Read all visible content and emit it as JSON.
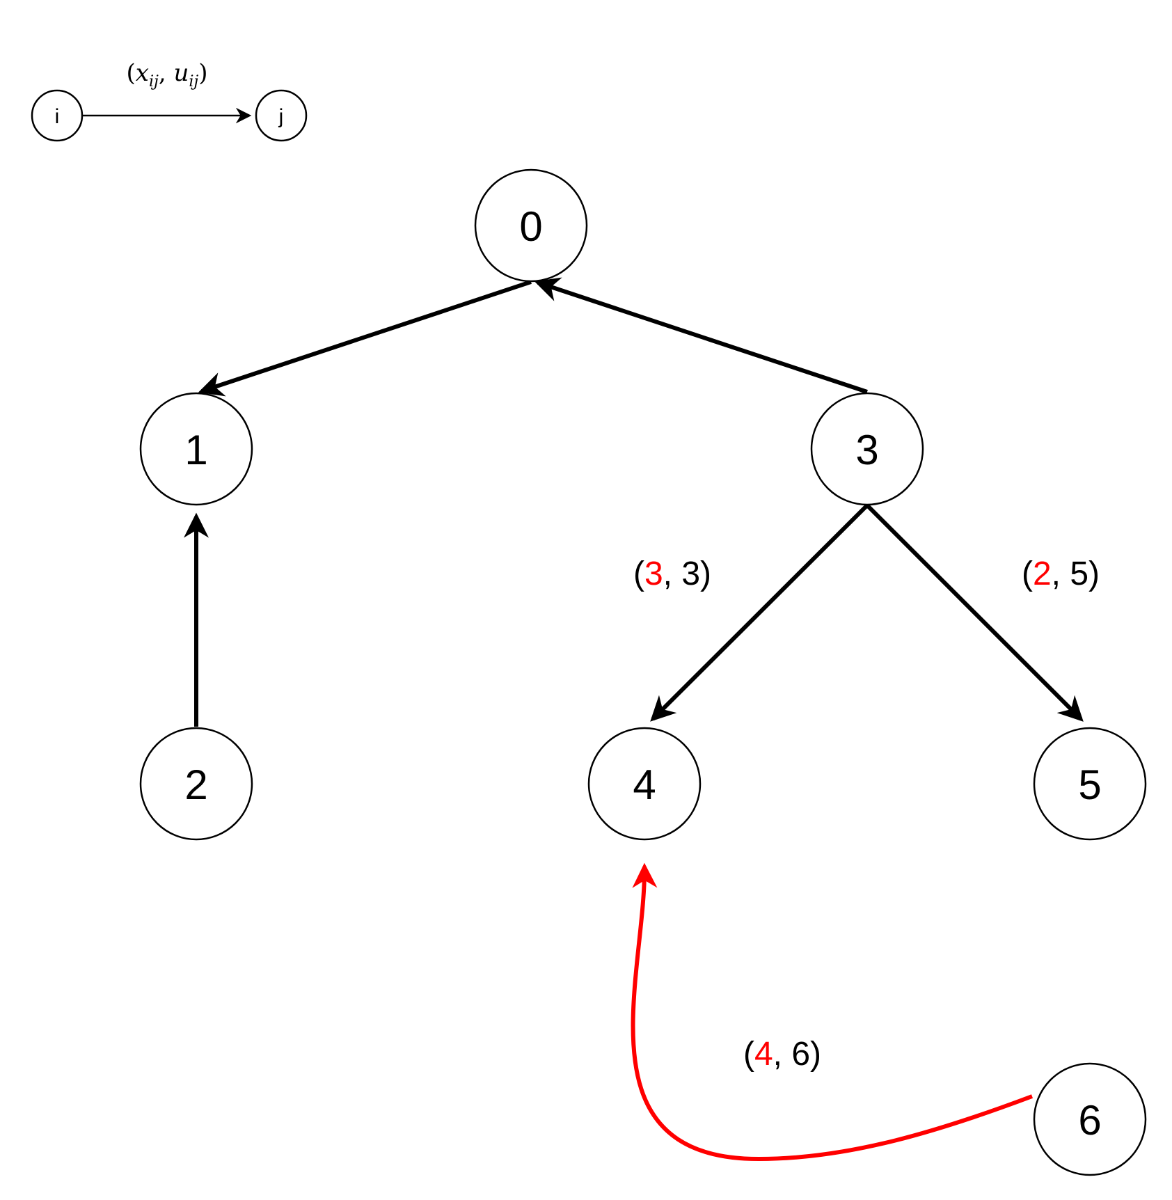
{
  "legend": {
    "from_node": "i",
    "to_node": "j",
    "formula_open": "(",
    "formula_x": "x",
    "formula_x_sub": "ij",
    "formula_sep": ", ",
    "formula_u": "u",
    "formula_u_sub": "ij",
    "formula_close": ")"
  },
  "nodes": [
    "0",
    "1",
    "2",
    "3",
    "4",
    "5",
    "6"
  ],
  "edges": [
    {
      "from": "0",
      "to": "1",
      "color": "#000000"
    },
    {
      "from": "3",
      "to": "0",
      "color": "#000000"
    },
    {
      "from": "2",
      "to": "1",
      "color": "#000000"
    },
    {
      "from": "3",
      "to": "4",
      "color": "#000000",
      "label": {
        "open": "(",
        "flow": "3",
        "sep": ", ",
        "capacity": "3",
        "close": ")"
      }
    },
    {
      "from": "3",
      "to": "5",
      "color": "#000000",
      "label": {
        "open": "(",
        "flow": "2",
        "sep": ", ",
        "capacity": "5",
        "close": ")"
      }
    },
    {
      "from": "6",
      "to": "4",
      "color": "#ff0000",
      "label": {
        "open": "(",
        "flow": "4",
        "sep": ", ",
        "capacity": "6",
        "close": ")"
      }
    }
  ],
  "colors": {
    "flow_value": "#ff0000",
    "text": "#000000",
    "entering_edge": "#ff0000"
  }
}
